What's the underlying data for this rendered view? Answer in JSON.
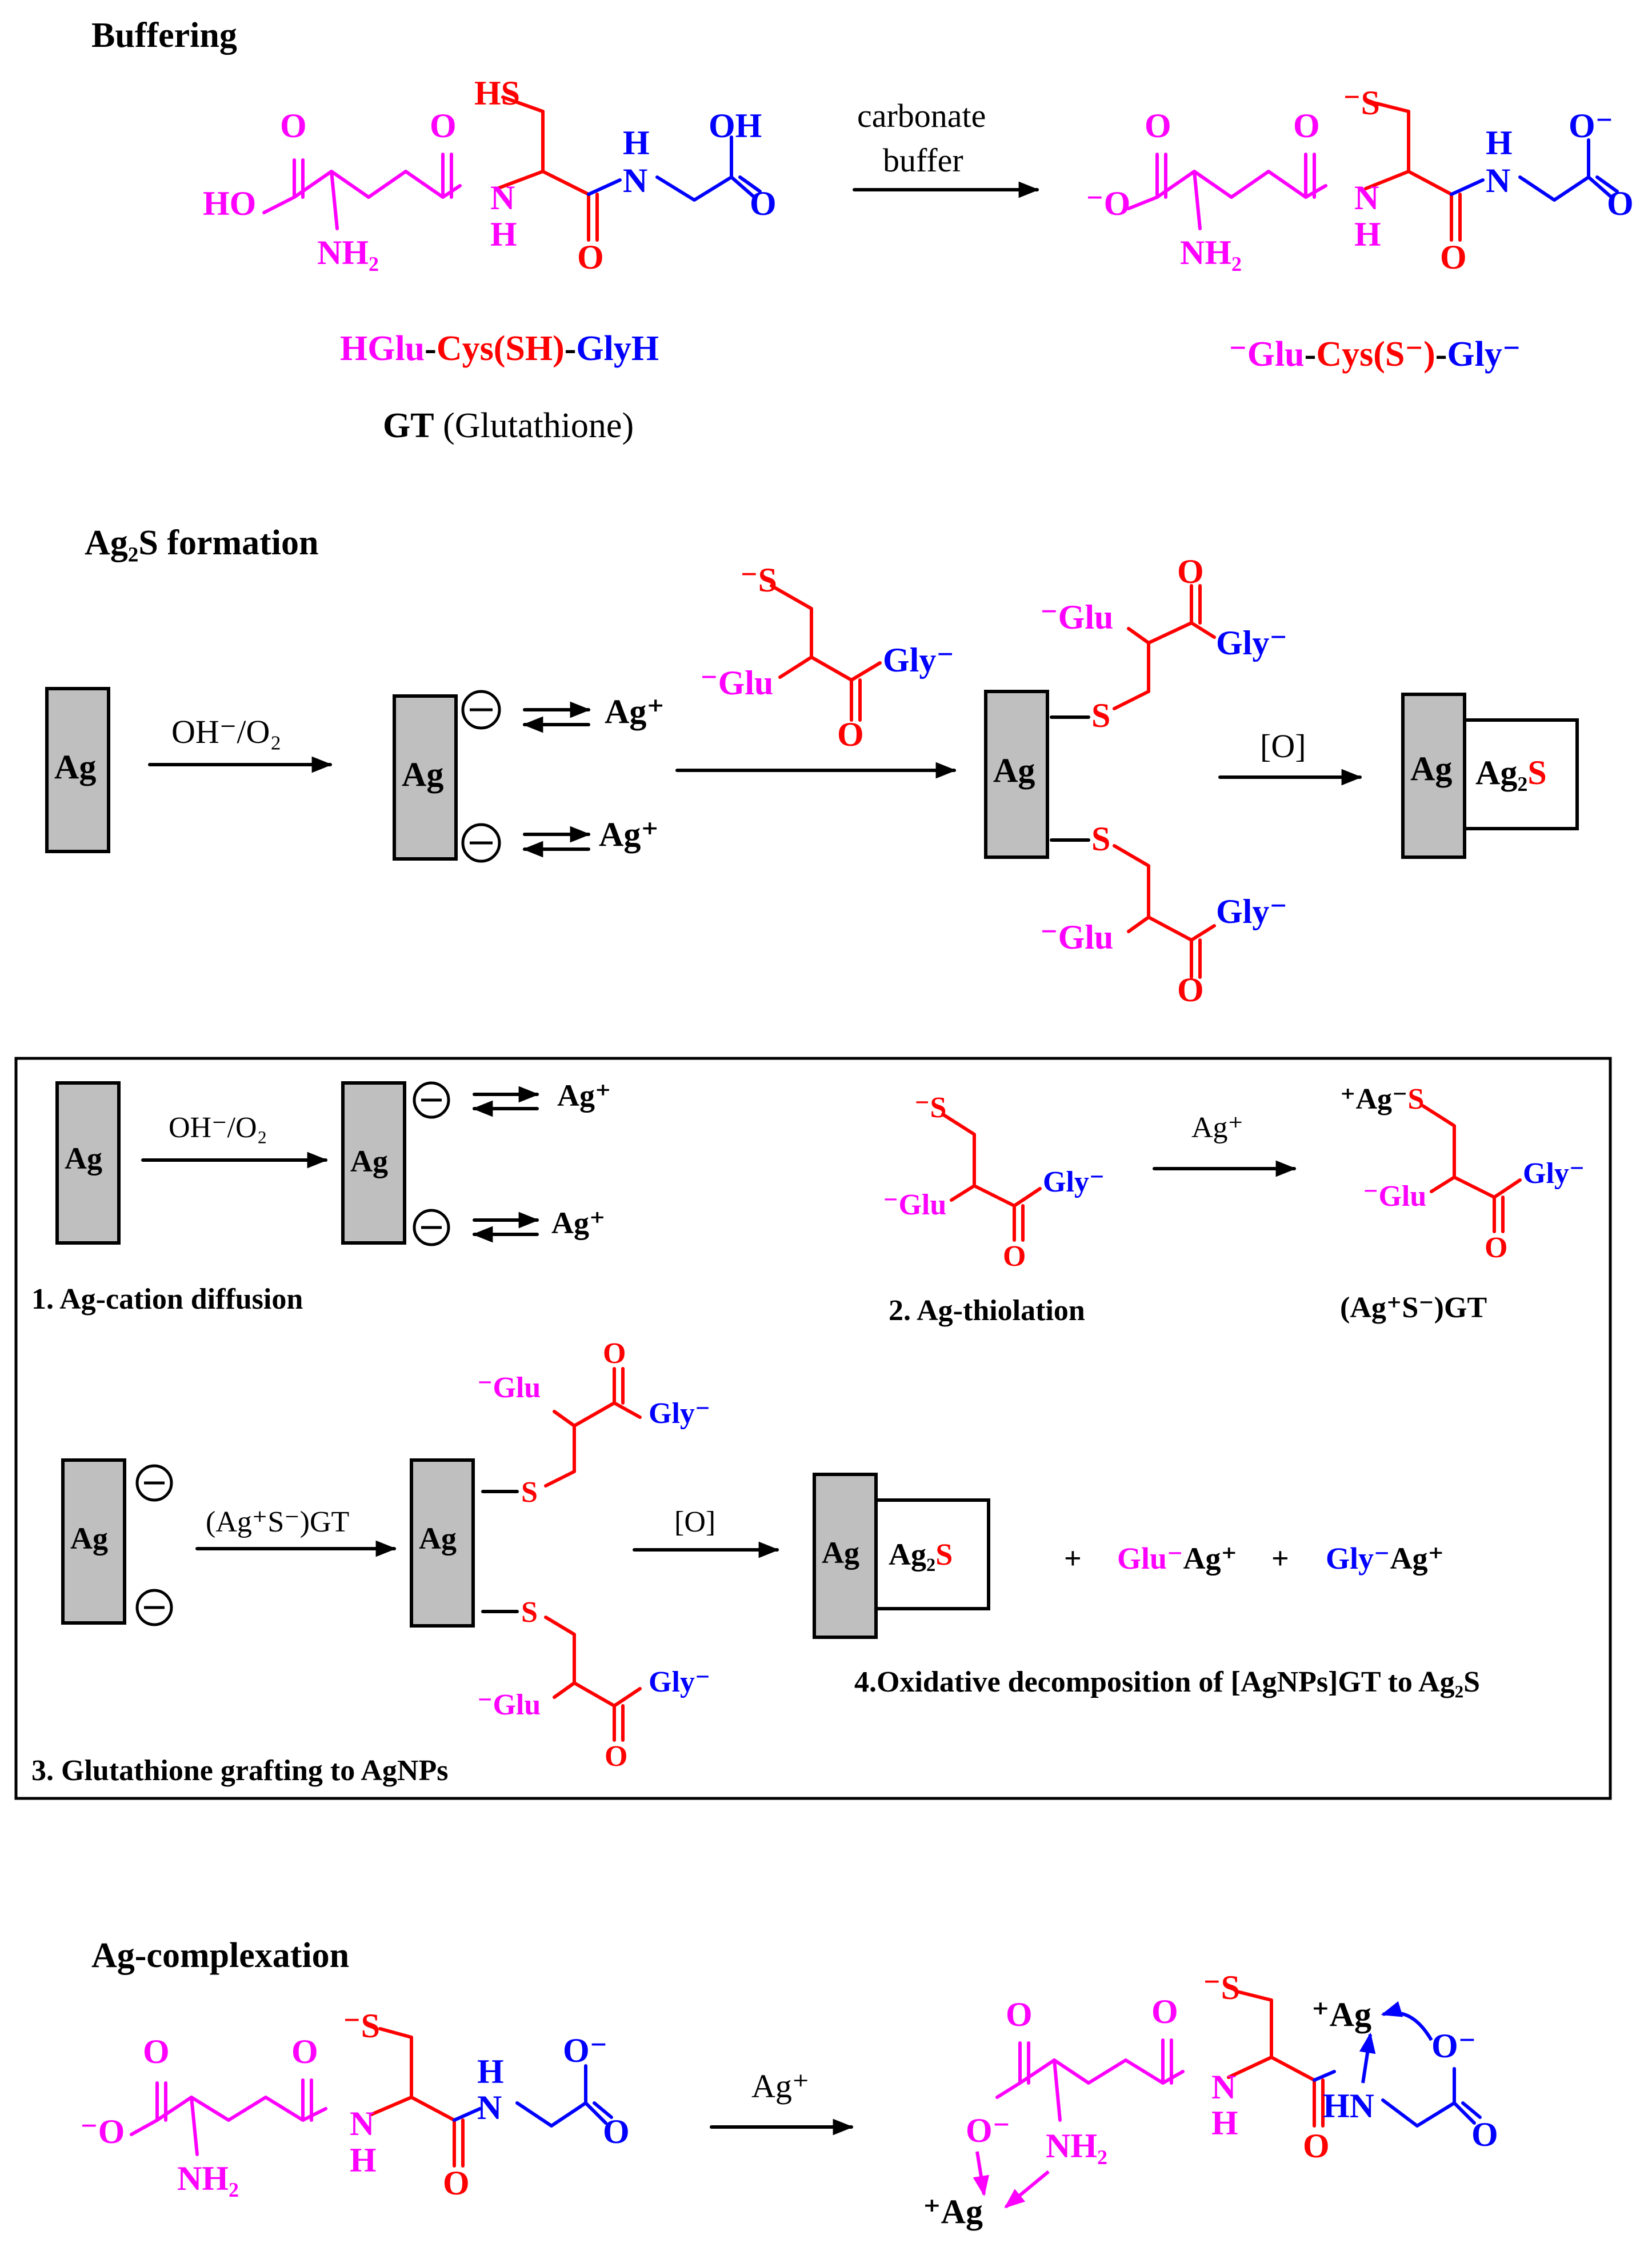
{
  "sections": {
    "buffering": "Buffering",
    "ag2s_formation": "Ag₂S formation",
    "ag_complexation": "Ag-complexation"
  },
  "buffering": {
    "arrow_label_1": "carbonate",
    "arrow_label_2": "buffer",
    "left_formula": {
      "p1": "HGlu",
      "p2": "-",
      "p3": "Cys(SH)",
      "p4": "-",
      "p5": "GlyH"
    },
    "gt_bold": "GT",
    "gt_name": "(Glutathione)",
    "right_formula": {
      "p1": "⁻Glu",
      "p2": "-",
      "p3": "Cys(S⁻)",
      "p4": "-",
      "p5": "Gly⁻"
    }
  },
  "atoms": {
    "O": "O",
    "OH": "OH",
    "HO": "HO",
    "HS": "HS",
    "S": "S",
    "S_minus": "⁻S",
    "N": "N",
    "H": "H",
    "NH2": "NH₂",
    "HN": "HN",
    "O_minus": "O⁻",
    "minus_O": "⁻O",
    "Glu_minus": "⁻Glu",
    "Gly_minus": "Gly⁻",
    "Ag": "Ag",
    "Ag_plus": "Ag⁺",
    "plus_Ag": "⁺Ag",
    "Ag2": "Ag₂",
    "minus_sign": "−",
    "plus": "+"
  },
  "ag2s": {
    "arrow1_label": "OH⁻/O₂",
    "arrow3_label": "[O]"
  },
  "box": {
    "step1": "1. Ag-cation diffusion",
    "step2": "2. Ag-thiolation",
    "step3": "3. Glutathione grafting to AgNPs",
    "step4": "4.Oxidative decomposition of [AgNPs]GT to Ag₂S",
    "thiolation_arrow": "Ag⁺",
    "thiolation_product_ag": "⁺Ag⁻",
    "thiolation_product_s": "S",
    "agsgt_label": "(Ag⁺S⁻)GT",
    "grafting_arrow": "(Ag⁺S⁻)GT",
    "oxidation_arrow": "[O]",
    "product_glu": "Glu⁻",
    "product_gly": "Gly⁻",
    "product_ag": "Ag⁺"
  },
  "complexation": {
    "arrow_label": "Ag⁺"
  }
}
